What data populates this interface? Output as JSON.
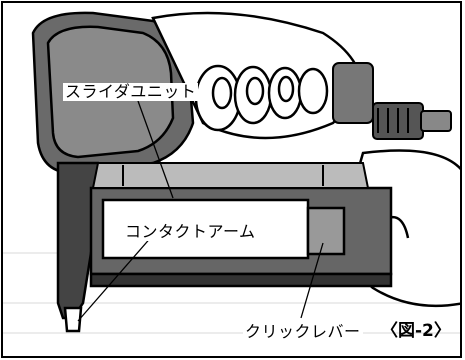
{
  "labels": {
    "slide_unit": "スライダユニット",
    "contact_arm": "コンタクトアーム",
    "click_lever": "クリックレバー",
    "figure_ref": "〈図-2〉"
  }
}
